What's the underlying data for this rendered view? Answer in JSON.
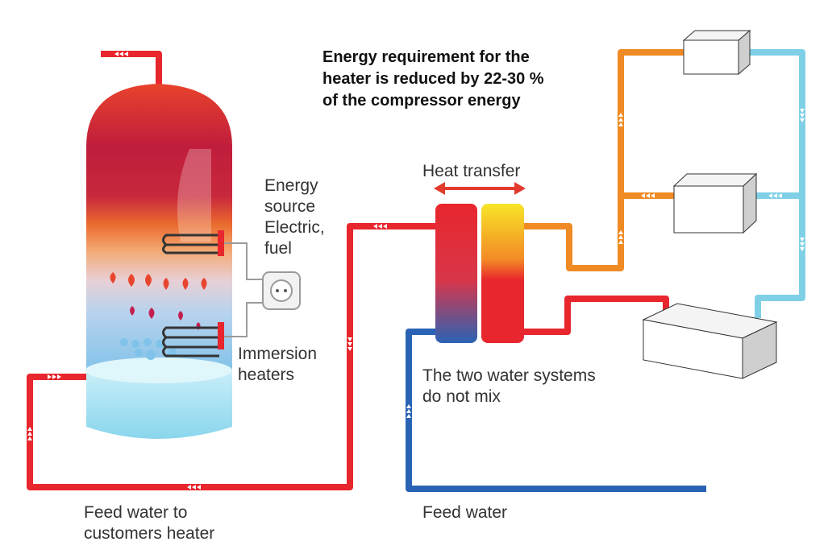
{
  "headline": {
    "line1": "Energy requirement for the",
    "line2": "heater is reduced by 22-30 %",
    "line3": "of the compressor energy"
  },
  "labels": {
    "heat_transfer": "Heat transfer",
    "energy_source": [
      "Energy",
      "source",
      "Electric,",
      "fuel"
    ],
    "immersion_heaters": [
      "Immersion",
      "heaters"
    ],
    "no_mix": [
      "The two water systems",
      "do not mix"
    ],
    "feed_water_to_customers": [
      "Feed water to",
      "customers heater"
    ],
    "feed_water": "Feed water"
  },
  "colors": {
    "hot_pipe": "#e8262d",
    "cold_pipe": "#2a63b5",
    "oil_hot_pipe": "#f08a24",
    "oil_cold_pipe": "#7fd0e6",
    "heat_transfer_arrow": "#e23b2e"
  }
}
